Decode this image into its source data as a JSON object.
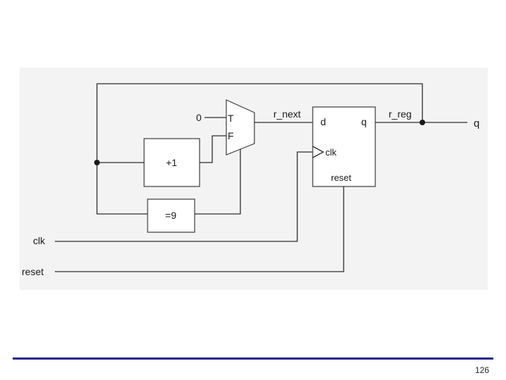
{
  "diagram": {
    "mux": {
      "input_true": "T",
      "input_false": "F"
    },
    "constant_zero": "0",
    "incrementer": "+1",
    "comparator": "=9",
    "register": {
      "d": "d",
      "q": "q",
      "clk": "clk",
      "reset": "reset"
    },
    "signals": {
      "r_next": "r_next",
      "r_reg": "r_reg",
      "output": "q",
      "clk": "clk",
      "reset": "reset"
    }
  },
  "footer": {
    "page_number": "126",
    "rule_color": "#1f1f8f"
  }
}
